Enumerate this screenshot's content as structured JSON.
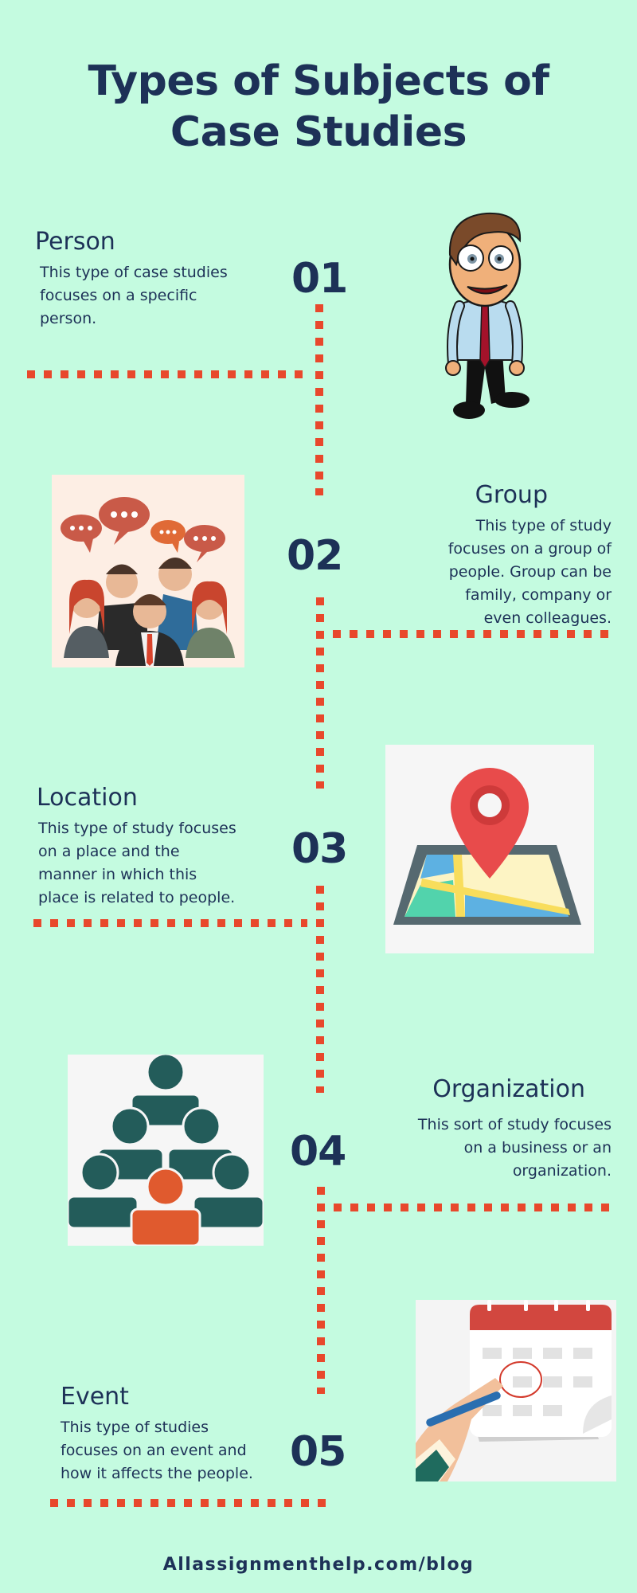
{
  "title_line1": "Types of Subjects of",
  "title_line2": "Case Studies",
  "sections": [
    {
      "number": "01",
      "heading": "Person",
      "desc": [
        "This type of case studies",
        "focuses on a specific",
        "person."
      ],
      "illustration": "cartoon-man-icon"
    },
    {
      "number": "02",
      "heading": "Group",
      "desc": [
        "This type of study",
        "focuses on a group of",
        "people. Group can be",
        "family, company or",
        "even colleagues."
      ],
      "illustration": "group-of-people-icon"
    },
    {
      "number": "03",
      "heading": "Location",
      "desc": [
        "This type of study focuses",
        "on a place and the",
        "manner in which this",
        "place is related to people."
      ],
      "illustration": "map-pin-icon"
    },
    {
      "number": "04",
      "heading": "Organization",
      "desc": [
        "This sort of study focuses",
        "on a business or an",
        "organization."
      ],
      "illustration": "organization-hierarchy-icon"
    },
    {
      "number": "05",
      "heading": "Event",
      "desc": [
        "This type of studies",
        "focuses on an event and",
        "how it affects the people."
      ],
      "illustration": "calendar-icon"
    }
  ],
  "footer": "Allassignmenthelp.com/blog",
  "colors": {
    "background": "#c4fbe0",
    "text": "#1d3157",
    "dots": "#e8482c"
  }
}
